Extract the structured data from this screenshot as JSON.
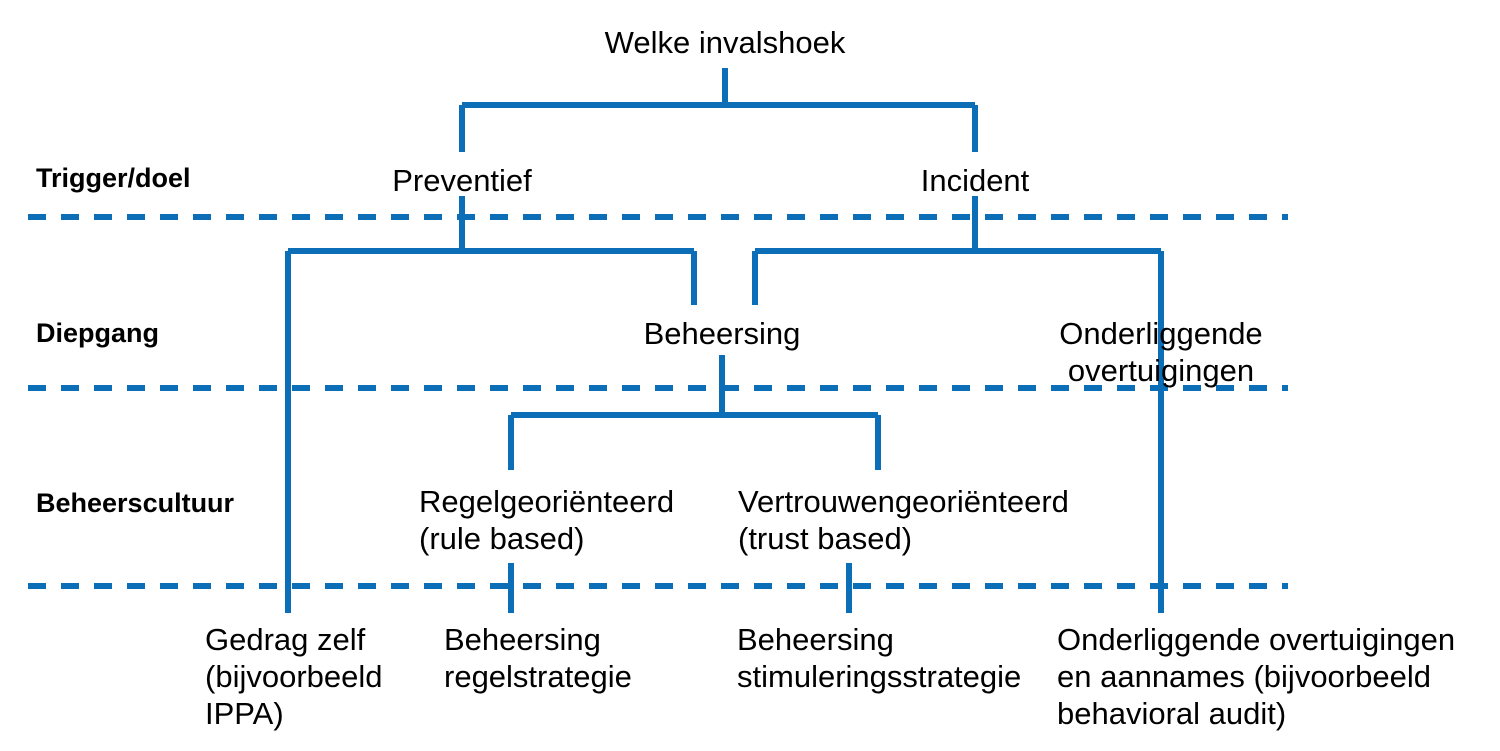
{
  "diagram": {
    "title": "Welke invalshoek",
    "accent_color": "#0D6EB8",
    "text_color": "#000000",
    "background_color": "#FFFFFF",
    "row_labels": [
      {
        "id": "trigger-doel",
        "label": "Trigger/doel"
      },
      {
        "id": "diepgang",
        "label": "Diepgang"
      },
      {
        "id": "beheerscultuur",
        "label": "Beheerscultuur"
      }
    ],
    "nodes": {
      "root": "Welke invalshoek",
      "preventief": "Preventief",
      "incident": "Incident",
      "beheersing": "Beheersing",
      "onderliggende_overtuigingen": "Onderliggende overtuigingen",
      "regelgeorienteerd": "Regelgeoriënteerd\n(rule based)",
      "vertrouwengeorienteerd": "Vertrouwengeoriënteerd\n(trust based)"
    },
    "outcomes": [
      {
        "id": "gedrag-zelf",
        "label": "Gedrag zelf\n(bijvoorbeeld\nIPPA)"
      },
      {
        "id": "beheersing-regelstrategie",
        "label": "Beheersing\nregelstrategie"
      },
      {
        "id": "beheersing-stimuleringsstrategie",
        "label": "Beheersing\nstimuleringsstrategie"
      },
      {
        "id": "onderliggende-overtuigingen-aannames",
        "label": "Onderliggende overtuigingen\nen aannames (bijvoorbeeld\nbehavioral audit)"
      }
    ]
  }
}
